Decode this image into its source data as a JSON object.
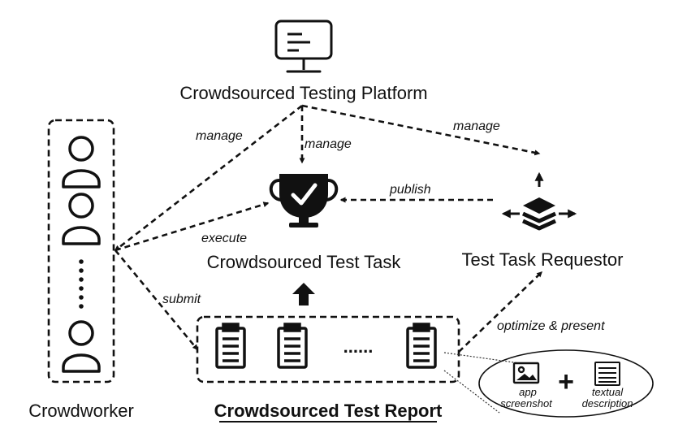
{
  "nodes": {
    "platform": "Crowdsourced Testing Platform",
    "task": "Crowdsourced Test Task",
    "requestor": "Test Task Requestor",
    "crowdworker": "Crowdworker",
    "report": "Crowdsourced Test Report"
  },
  "edges": {
    "manage_left": "manage",
    "manage_middle": "manage",
    "manage_right": "manage",
    "publish": "publish",
    "execute": "execute",
    "submit": "submit",
    "optimize_present": "optimize & present"
  },
  "report_detail": {
    "screenshot_line1": "app",
    "screenshot_line2": "screenshot",
    "description_line1": "textual",
    "description_line2": "description",
    "plus": "+"
  },
  "dots": "......",
  "icons": [
    "monitor-icon",
    "person-icon",
    "trophy-icon",
    "layers-icon",
    "clipboard-icon",
    "image-icon",
    "text-doc-icon"
  ]
}
